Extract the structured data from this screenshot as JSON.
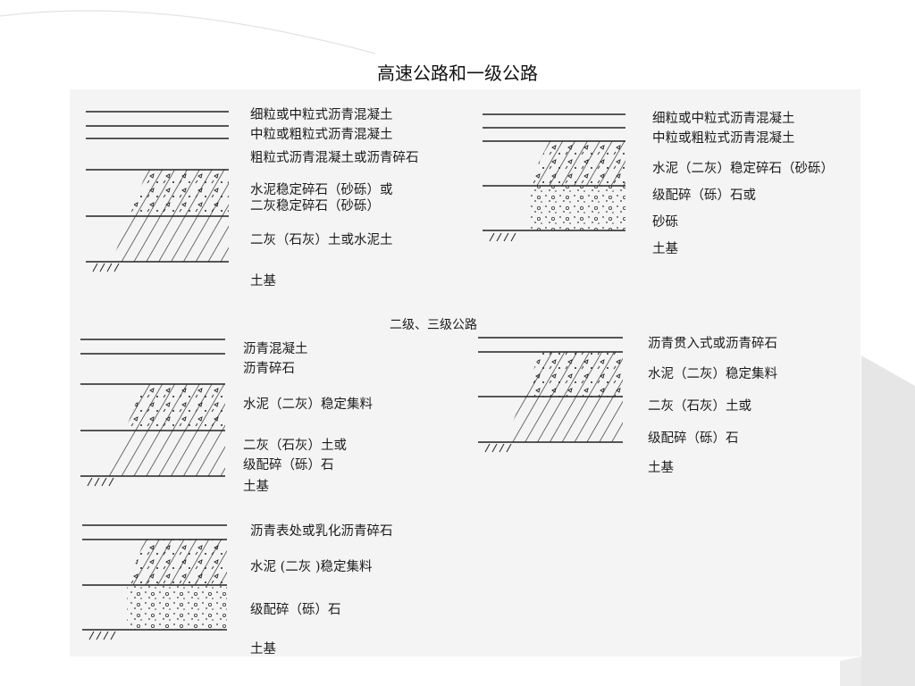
{
  "title": "高速公路和一级公路",
  "subtitle": "二级、三级公路",
  "diagram1": {
    "labels": [
      "细粒或中粒式沥青混凝土",
      "中粒或粗粒式沥青混凝土",
      "粗粒式沥青混凝土或沥青碎石",
      "水泥稳定碎石（砂砾）或",
      "二灰稳定碎石（砂砾）",
      "二灰（石灰）土或水泥土",
      "土基"
    ]
  },
  "diagram2": {
    "labels": [
      "细粒或中粒式沥青混凝土",
      "中粒或粗粒式沥青混凝土",
      "水泥（二灰）稳定碎石（砂砾）",
      "级配碎（砾）石或",
      "砂砾",
      "土基"
    ]
  },
  "diagram3": {
    "labels": [
      "沥青混凝土",
      "沥青碎石",
      "水泥（二灰）稳定集料",
      "二灰（石灰）土或",
      "级配碎（砾）石",
      "土基"
    ]
  },
  "diagram4": {
    "labels": [
      "沥青贯入式或沥青碎石",
      "水泥（二灰）稳定集料",
      "二灰（石灰）土或",
      "级配碎（砾）石",
      "土基"
    ]
  },
  "diagram5": {
    "labels": [
      "沥青表处或乳化沥青碎石",
      "水泥 (二灰 )稳定集料",
      "级配碎（砾）石",
      "土基"
    ]
  }
}
